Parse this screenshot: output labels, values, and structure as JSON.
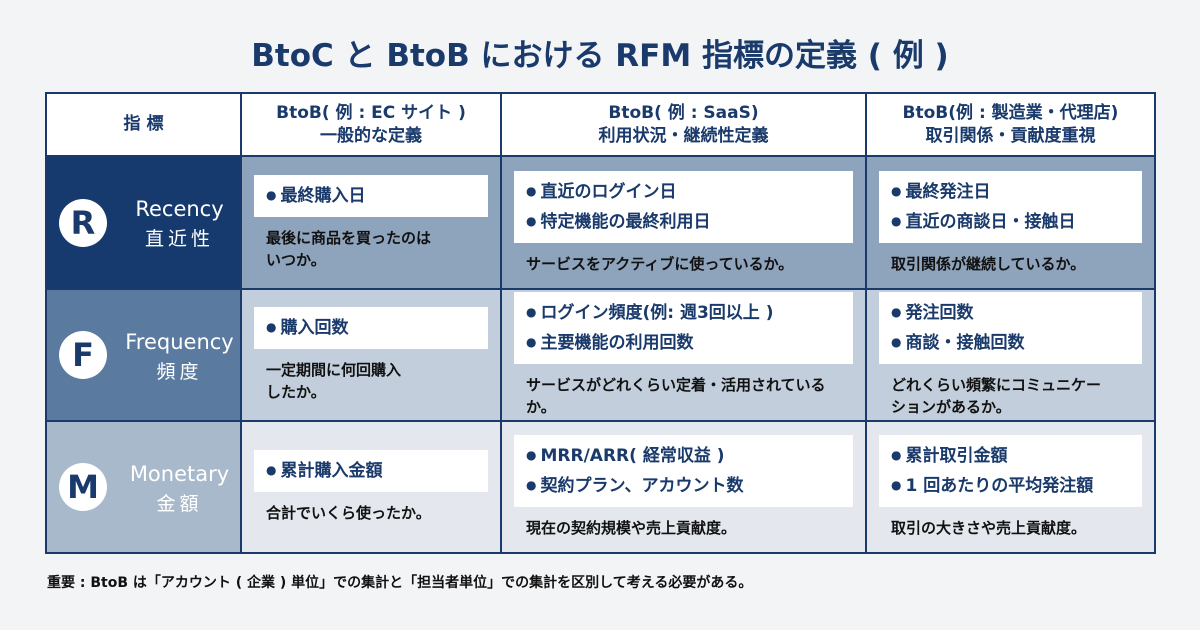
{
  "title": "BtoC と BtoB における RFM 指標の定義 ( 例 )",
  "headers": [
    "指 標",
    "BtoB( 例 : EC サイト )\n一般的な定義",
    "BtoB( 例 : SaaS)\n利用状況・継続性定義",
    "BtoB(例 : 製造業・代理店)\n取引関係・貢献度重視"
  ],
  "rows": [
    {
      "letter": "R",
      "en": "Recency",
      "jp": "直近性",
      "cells": [
        {
          "items": [
            "最終購入日"
          ],
          "desc": "最後に商品を買ったのは\nいつか。"
        },
        {
          "items": [
            "直近のログイン日",
            "特定機能の最終利用日"
          ],
          "desc": "サービスをアクティブに使っているか。"
        },
        {
          "items": [
            "最終発注日",
            "直近の商談日・接触日"
          ],
          "desc": "取引関係が継続しているか。"
        }
      ]
    },
    {
      "letter": "F",
      "en": "Frequency",
      "jp": "頻度",
      "cells": [
        {
          "items": [
            "購入回数"
          ],
          "desc": "一定期間に何回購入\nしたか。"
        },
        {
          "items": [
            "ログイン頻度(例: 週3回以上 )",
            "主要機能の利用回数"
          ],
          "desc": "サービスがどれくらい定着・活用されているか。"
        },
        {
          "items": [
            "発注回数",
            "商談・接触回数"
          ],
          "desc": "どれくらい頻繁にコミュニケー\nションがあるか。"
        }
      ]
    },
    {
      "letter": "M",
      "en": "Monetary",
      "jp": "金額",
      "cells": [
        {
          "items": [
            "累計購入金額"
          ],
          "desc": "合計でいくら使ったか。"
        },
        {
          "items": [
            "MRR/ARR( 経常収益 )",
            "契約プラン、アカウント数"
          ],
          "desc": "現在の契約規模や売上貢献度。"
        },
        {
          "items": [
            "累計取引金額",
            "1 回あたりの平均発注額"
          ],
          "desc": "取引の大きさや売上貢献度。"
        }
      ]
    }
  ],
  "note": "重要 : BtoB は「アカウント ( 企業 ) 単位」での集計と「担当者単位」での集計を区別して考える必要がある。"
}
